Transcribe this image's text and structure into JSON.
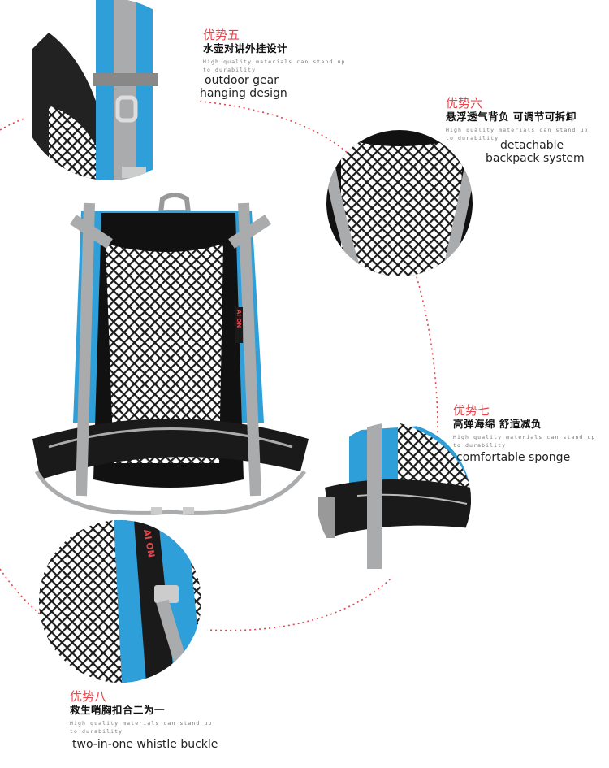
{
  "features": [
    {
      "title": "优势五",
      "subtitle": "水壶对讲外挂设计",
      "small_line1": "High quality materials can stand up",
      "small_line2": "to durability",
      "english_line1": "outdoor gear",
      "english_line2": "hanging design"
    },
    {
      "title": "优势六",
      "subtitle": "悬浮透气背负 可调节可拆卸",
      "small_line1": "High quality materials can stand up",
      "small_line2": "to durability",
      "english_line1": "detachable",
      "english_line2": "backpack system"
    },
    {
      "title": "优势七",
      "subtitle": "高弹海绵 舒适减负",
      "small_line1": "High quality materials can stand up",
      "small_line2": "to durability",
      "english_line1": "comfortable sponge"
    },
    {
      "title": "优势八",
      "subtitle": "救生哨胸扣合二为一",
      "small_line1": "High quality materials can stand up",
      "small_line2": "to durability",
      "english_line1": "two-in-one whistle buckle"
    }
  ],
  "brand_label": "AI ON",
  "colors": {
    "accent_red": "#e8434a",
    "bag_blue": "#2e9fd8",
    "strap_gray": "#a9abad",
    "mesh_black": "#1a1a1a"
  }
}
